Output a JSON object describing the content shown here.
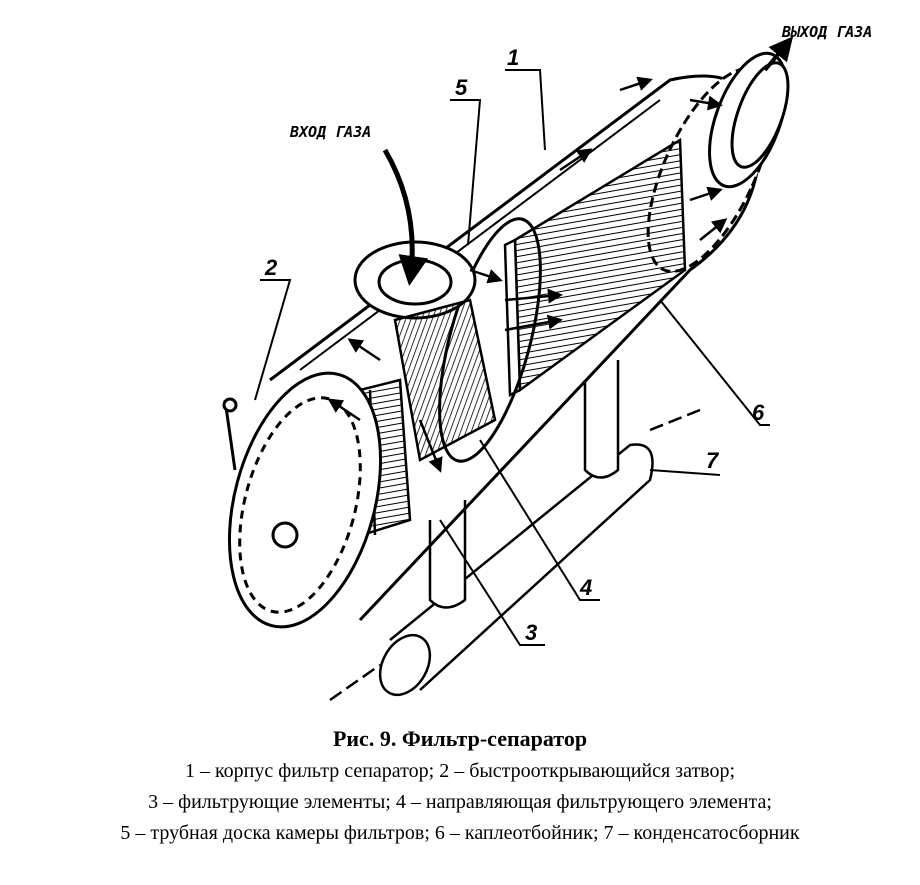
{
  "figure": {
    "gas_inlet_label": "ВХОД ГАЗА",
    "gas_outlet_label": "ВЫХОД ГАЗА",
    "callouts": [
      "1",
      "2",
      "3",
      "4",
      "5",
      "6",
      "7"
    ]
  },
  "caption": {
    "title": "Рис. 9. Фильтр-сепаратор",
    "lines": [
      "1 – корпус фильтр сепаратор; 2 – быстрооткрывающийся затвор;",
      "3 – фильтрующие элементы; 4 – направляющая фильтрующего элемента;",
      "5 – трубная доска камеры фильтров; 6 – каплеотбойник; 7 – конденсатосборник"
    ]
  }
}
